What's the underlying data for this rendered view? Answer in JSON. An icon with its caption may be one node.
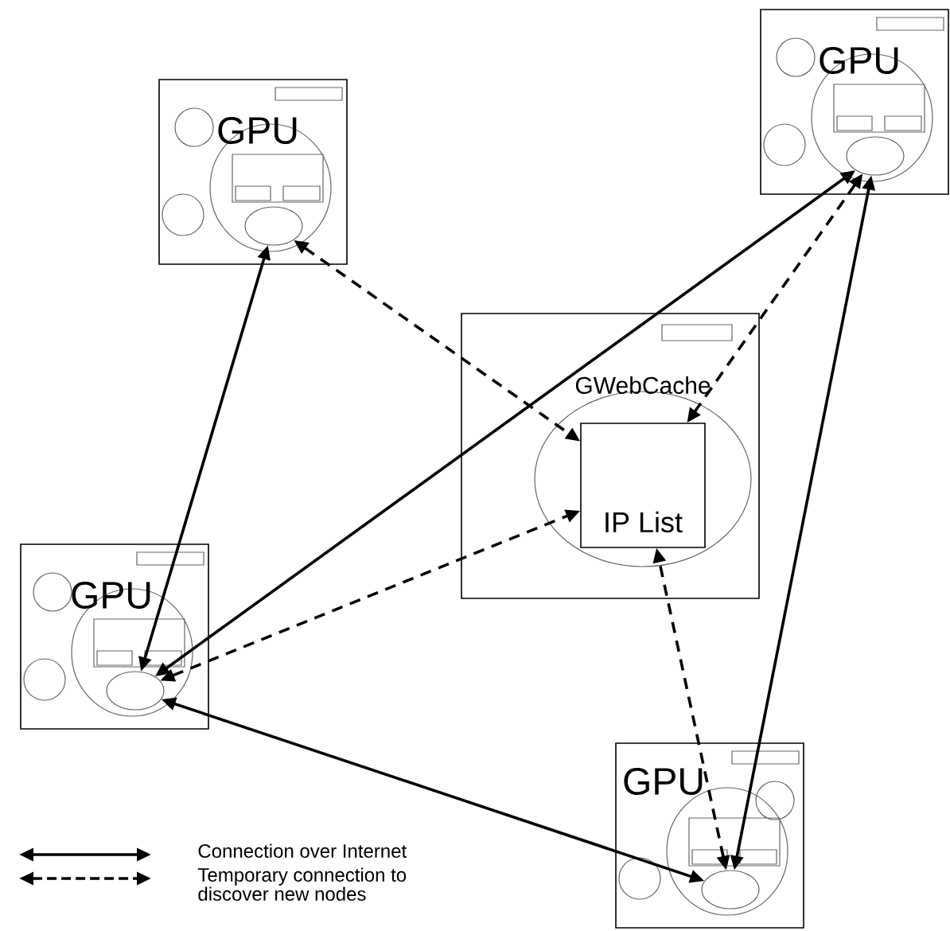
{
  "diagram": {
    "nodes": [
      {
        "text": [
          "GPU"
        ]
      },
      {
        "text": [],
        "shape": "ellipse",
        "in": 0
      },
      {
        "text": [
          "GPU"
        ]
      },
      {
        "text": [],
        "shape": "ellipse",
        "in": 2
      },
      {
        "text": [
          "GWebCache"
        ]
      },
      {
        "text": [
          "IP List"
        ],
        "in": 4
      },
      {
        "text": [
          "GPU"
        ]
      },
      {
        "text": [],
        "shape": "ellipse",
        "in": 6
      },
      {
        "text": [
          "GPU"
        ]
      },
      {
        "text": [],
        "shape": "ellipse",
        "in": 8
      }
    ],
    "edges": [
      {
        "from": 1,
        "to": 7,
        "arrow": "both"
      },
      {
        "from": 7,
        "to": 3,
        "arrow": "both"
      },
      {
        "from": 3,
        "to": 9,
        "arrow": "both"
      },
      {
        "from": 7,
        "to": 9,
        "arrow": "both"
      },
      {
        "from": 1,
        "to": 5,
        "arrow": "both",
        "style": "dashed"
      },
      {
        "from": 3,
        "to": 5,
        "arrow": "both",
        "style": "dashed"
      },
      {
        "from": 7,
        "to": 5,
        "arrow": "both",
        "style": "dashed"
      },
      {
        "from": 9,
        "to": 5,
        "arrow": "both",
        "style": "dashed"
      }
    ],
    "legend": [
      {
        "text": "Connection over Internet"
      },
      {
        "text": "Temporary connection to discover new nodes"
      }
    ]
  }
}
